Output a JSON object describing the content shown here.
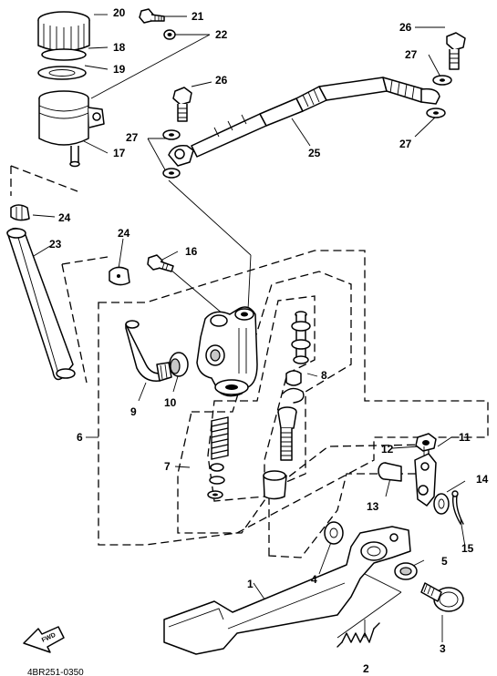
{
  "callouts": {
    "c1": "1",
    "c2": "2",
    "c3": "3",
    "c4": "4",
    "c5": "5",
    "c6": "6",
    "c7": "7",
    "c8": "8",
    "c9": "9",
    "c10": "10",
    "c11": "11",
    "c12": "12",
    "c13": "13",
    "c14": "14",
    "c15": "15",
    "c16": "16",
    "c17": "17",
    "c18": "18",
    "c19": "19",
    "c20": "20",
    "c21": "21",
    "c22": "22",
    "c23": "23",
    "c24a": "24",
    "c24b": "24",
    "c25": "25",
    "c26a": "26",
    "c26b": "26",
    "c27a": "27",
    "c27b": "27",
    "c27c": "27"
  },
  "fwd_label": "FWD",
  "footer_code": "4BR251-0350"
}
